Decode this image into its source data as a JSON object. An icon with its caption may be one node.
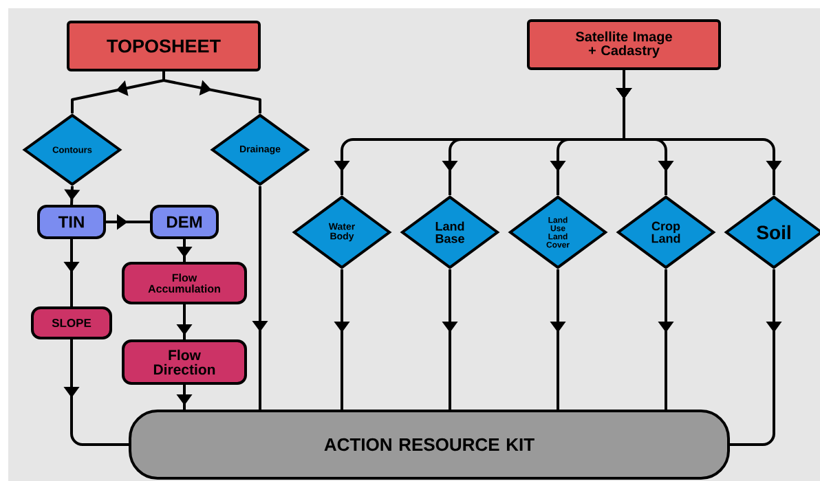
{
  "diagram": {
    "nodes": [
      {
        "text": [
          "TOPOSHEET"
        ]
      },
      {
        "text": [
          "Satellite Image + Cadastry"
        ]
      },
      {
        "text": [
          "Contours"
        ]
      },
      {
        "text": [
          "Drainage"
        ]
      },
      {
        "text": [
          "TIN"
        ]
      },
      {
        "text": [
          "DEM"
        ]
      },
      {
        "text": [
          "Flow Accumulation"
        ]
      },
      {
        "text": [
          "SLOPE"
        ]
      },
      {
        "text": [
          "Flow Direction"
        ]
      },
      {
        "text": [
          "Water Body"
        ]
      },
      {
        "text": [
          "Land Base"
        ]
      },
      {
        "text": [
          "Land Use Land Cover"
        ]
      },
      {
        "text": [
          "Crop Land"
        ]
      },
      {
        "text": [
          "Soil"
        ]
      },
      {
        "text": [
          "ACTION RESOURCE KIT"
        ]
      }
    ],
    "edges": [
      {
        "from": 0,
        "to": 2,
        "arrow": "to"
      },
      {
        "from": 0,
        "to": 3,
        "arrow": "to"
      },
      {
        "from": 2,
        "to": 4,
        "arrow": "to"
      },
      {
        "from": 4,
        "to": 5,
        "arrow": "to"
      },
      {
        "from": 4,
        "to": 7,
        "arrow": "to"
      },
      {
        "from": 5,
        "to": 6,
        "arrow": "to"
      },
      {
        "from": 6,
        "to": 8,
        "arrow": "to"
      },
      {
        "from": 7,
        "to": 14,
        "arrow": "to"
      },
      {
        "from": 8,
        "to": 14,
        "arrow": "to"
      },
      {
        "from": 3,
        "to": 14,
        "arrow": "to"
      },
      {
        "from": 1,
        "to": 9,
        "arrow": "to"
      },
      {
        "from": 1,
        "to": 10,
        "arrow": "to"
      },
      {
        "from": 1,
        "to": 11,
        "arrow": "to"
      },
      {
        "from": 1,
        "to": 12,
        "arrow": "to"
      },
      {
        "from": 1,
        "to": 13,
        "arrow": "to"
      },
      {
        "from": 9,
        "to": 14,
        "arrow": "to"
      },
      {
        "from": 10,
        "to": 14,
        "arrow": "to"
      },
      {
        "from": 11,
        "to": 14,
        "arrow": "to"
      },
      {
        "from": 12,
        "to": 14,
        "arrow": "to"
      },
      {
        "from": 13,
        "to": 14,
        "arrow": "to"
      }
    ]
  }
}
